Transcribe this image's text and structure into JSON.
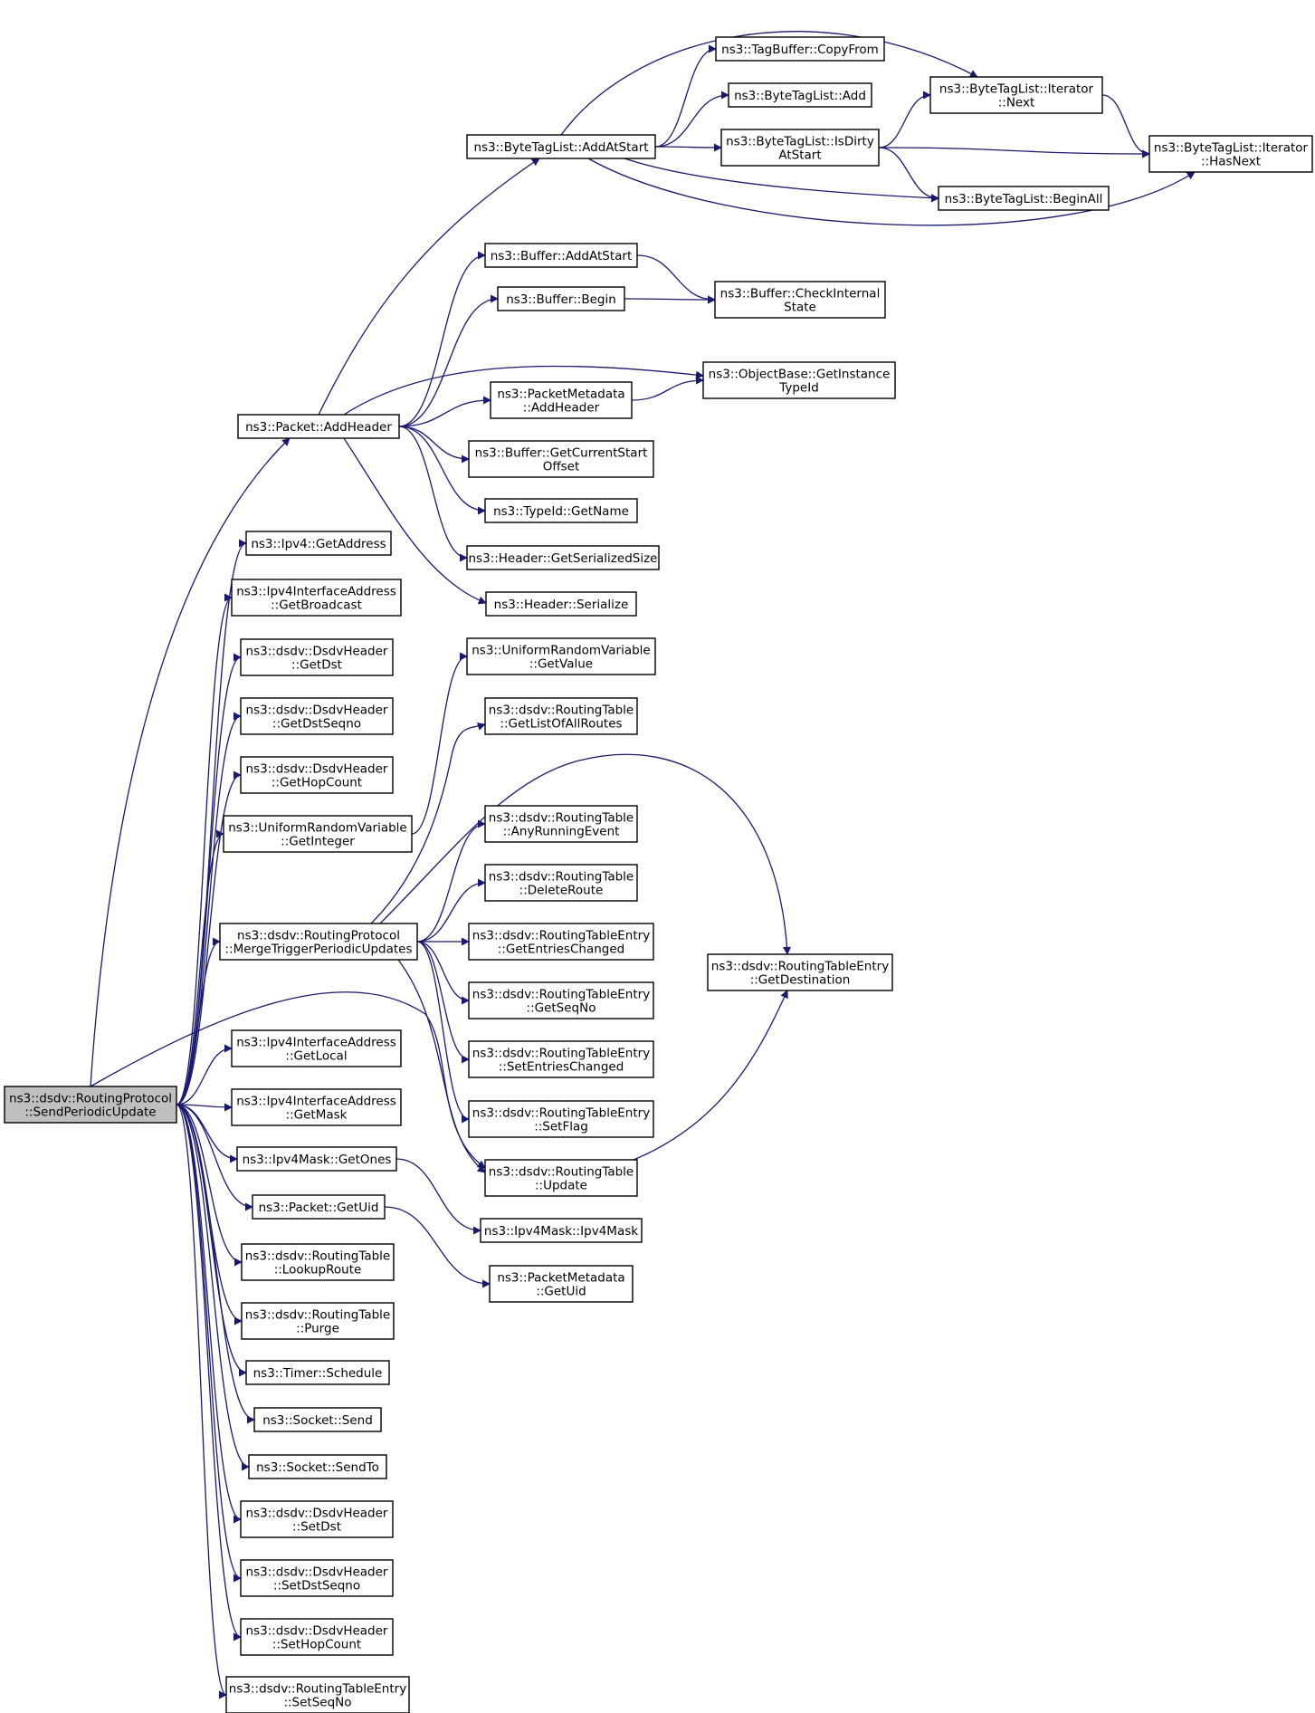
{
  "colors": {
    "edge": "#191970",
    "normal_border": "#000000",
    "truncated_border": "#ff0000",
    "root_fill": "#bfbfbf",
    "node_fill": "#ffffff"
  },
  "nodes": [
    {
      "id": "root",
      "lines": [
        "ns3::dsdv::RoutingProtocol",
        "::SendPeriodicUpdate"
      ],
      "style": "root"
    },
    {
      "id": "addHeader",
      "lines": [
        "ns3::Packet::AddHeader"
      ],
      "style": "normal"
    },
    {
      "id": "ipv4GetAddress",
      "lines": [
        "ns3::Ipv4::GetAddress"
      ],
      "style": "normal"
    },
    {
      "id": "getBroadcast",
      "lines": [
        "ns3::Ipv4InterfaceAddress",
        "::GetBroadcast"
      ],
      "style": "normal"
    },
    {
      "id": "getDst",
      "lines": [
        "ns3::dsdv::DsdvHeader",
        "::GetDst"
      ],
      "style": "normal"
    },
    {
      "id": "getDstSeqno",
      "lines": [
        "ns3::dsdv::DsdvHeader",
        "::GetDstSeqno"
      ],
      "style": "normal"
    },
    {
      "id": "getHopCount",
      "lines": [
        "ns3::dsdv::DsdvHeader",
        "::GetHopCount"
      ],
      "style": "normal"
    },
    {
      "id": "getInteger",
      "lines": [
        "ns3::UniformRandomVariable",
        "::GetInteger"
      ],
      "style": "normal"
    },
    {
      "id": "mergeTrigger",
      "lines": [
        "ns3::dsdv::RoutingProtocol",
        "::MergeTriggerPeriodicUpdates"
      ],
      "style": "normal"
    },
    {
      "id": "getLocal",
      "lines": [
        "ns3::Ipv4InterfaceAddress",
        "::GetLocal"
      ],
      "style": "normal"
    },
    {
      "id": "getMask",
      "lines": [
        "ns3::Ipv4InterfaceAddress",
        "::GetMask"
      ],
      "style": "normal"
    },
    {
      "id": "getOnes",
      "lines": [
        "ns3::Ipv4Mask::GetOnes"
      ],
      "style": "normal"
    },
    {
      "id": "packetGetUid",
      "lines": [
        "ns3::Packet::GetUid"
      ],
      "style": "normal"
    },
    {
      "id": "lookupRoute",
      "lines": [
        "ns3::dsdv::RoutingTable",
        "::LookupRoute"
      ],
      "style": "normal"
    },
    {
      "id": "purge",
      "lines": [
        "ns3::dsdv::RoutingTable",
        "::Purge"
      ],
      "style": "normal"
    },
    {
      "id": "timerSchedule",
      "lines": [
        "ns3::Timer::Schedule"
      ],
      "style": "normal"
    },
    {
      "id": "socketSend",
      "lines": [
        "ns3::Socket::Send"
      ],
      "style": "normal"
    },
    {
      "id": "socketSendTo",
      "lines": [
        "ns3::Socket::SendTo"
      ],
      "style": "normal"
    },
    {
      "id": "setDst",
      "lines": [
        "ns3::dsdv::DsdvHeader",
        "::SetDst"
      ],
      "style": "normal"
    },
    {
      "id": "setDstSeqno",
      "lines": [
        "ns3::dsdv::DsdvHeader",
        "::SetDstSeqno"
      ],
      "style": "normal"
    },
    {
      "id": "setHopCount",
      "lines": [
        "ns3::dsdv::DsdvHeader",
        "::SetHopCount"
      ],
      "style": "normal"
    },
    {
      "id": "setSeqNo",
      "lines": [
        "ns3::dsdv::RoutingTableEntry",
        "::SetSeqNo"
      ],
      "style": "normal"
    },
    {
      "id": "btlAddAtStart",
      "lines": [
        "ns3::ByteTagList::AddAtStart"
      ],
      "style": "normal"
    },
    {
      "id": "bufAddAtStart",
      "lines": [
        "ns3::Buffer::AddAtStart"
      ],
      "style": "truncated"
    },
    {
      "id": "bufBegin",
      "lines": [
        "ns3::Buffer::Begin"
      ],
      "style": "normal"
    },
    {
      "id": "pmAddHeader",
      "lines": [
        "ns3::PacketMetadata",
        "::AddHeader"
      ],
      "style": "truncated"
    },
    {
      "id": "bufGetCurrentStartOffset",
      "lines": [
        "ns3::Buffer::GetCurrentStart",
        "Offset"
      ],
      "style": "normal"
    },
    {
      "id": "typeIdGetName",
      "lines": [
        "ns3::TypeId::GetName"
      ],
      "style": "normal"
    },
    {
      "id": "headerGetSerializedSize",
      "lines": [
        "ns3::Header::GetSerializedSize"
      ],
      "style": "normal"
    },
    {
      "id": "headerSerialize",
      "lines": [
        "ns3::Header::Serialize"
      ],
      "style": "normal"
    },
    {
      "id": "urvGetValue",
      "lines": [
        "ns3::UniformRandomVariable",
        "::GetValue"
      ],
      "style": "normal"
    },
    {
      "id": "rtGetListOfAllRoutes",
      "lines": [
        "ns3::dsdv::RoutingTable",
        "::GetListOfAllRoutes"
      ],
      "style": "normal"
    },
    {
      "id": "rtAnyRunningEvent",
      "lines": [
        "ns3::dsdv::RoutingTable",
        "::AnyRunningEvent"
      ],
      "style": "truncated"
    },
    {
      "id": "rtDeleteRoute",
      "lines": [
        "ns3::dsdv::RoutingTable",
        "::DeleteRoute"
      ],
      "style": "normal"
    },
    {
      "id": "rteGetEntriesChanged",
      "lines": [
        "ns3::dsdv::RoutingTableEntry",
        "::GetEntriesChanged"
      ],
      "style": "normal"
    },
    {
      "id": "rteGetSeqNo",
      "lines": [
        "ns3::dsdv::RoutingTableEntry",
        "::GetSeqNo"
      ],
      "style": "normal"
    },
    {
      "id": "rteSetEntriesChanged",
      "lines": [
        "ns3::dsdv::RoutingTableEntry",
        "::SetEntriesChanged"
      ],
      "style": "normal"
    },
    {
      "id": "rteSetFlag",
      "lines": [
        "ns3::dsdv::RoutingTableEntry",
        "::SetFlag"
      ],
      "style": "normal"
    },
    {
      "id": "rtUpdate",
      "lines": [
        "ns3::dsdv::RoutingTable",
        "::Update"
      ],
      "style": "normal"
    },
    {
      "id": "ipv4MaskCtor",
      "lines": [
        "ns3::Ipv4Mask::Ipv4Mask"
      ],
      "style": "normal"
    },
    {
      "id": "pmGetUid",
      "lines": [
        "ns3::PacketMetadata",
        "::GetUid"
      ],
      "style": "normal"
    },
    {
      "id": "rteGetDestination",
      "lines": [
        "ns3::dsdv::RoutingTableEntry",
        "::GetDestination"
      ],
      "style": "truncated"
    },
    {
      "id": "objGetInstanceTypeId",
      "lines": [
        "ns3::ObjectBase::GetInstance",
        "TypeId"
      ],
      "style": "normal"
    },
    {
      "id": "tagBufferCopyFrom",
      "lines": [
        "ns3::TagBuffer::CopyFrom"
      ],
      "style": "normal"
    },
    {
      "id": "btlAdd",
      "lines": [
        "ns3::ByteTagList::Add"
      ],
      "style": "truncated"
    },
    {
      "id": "btlIsDirtyAtStart",
      "lines": [
        "ns3::ByteTagList::IsDirty",
        "AtStart"
      ],
      "style": "normal"
    },
    {
      "id": "btlBeginAll",
      "lines": [
        "ns3::ByteTagList::BeginAll"
      ],
      "style": "truncated"
    },
    {
      "id": "bufCheckInternalState",
      "lines": [
        "ns3::Buffer::CheckInternal",
        "State"
      ],
      "style": "normal"
    },
    {
      "id": "btlIterNext",
      "lines": [
        "ns3::ByteTagList::Iterator",
        "::Next"
      ],
      "style": "truncated"
    },
    {
      "id": "btlIterHasNext",
      "lines": [
        "ns3::ByteTagList::Iterator",
        "::HasNext"
      ],
      "style": "normal"
    }
  ],
  "edges": [
    [
      "root",
      "addHeader"
    ],
    [
      "root",
      "ipv4GetAddress"
    ],
    [
      "root",
      "getBroadcast"
    ],
    [
      "root",
      "getDst"
    ],
    [
      "root",
      "getDstSeqno"
    ],
    [
      "root",
      "getHopCount"
    ],
    [
      "root",
      "getInteger"
    ],
    [
      "root",
      "mergeTrigger"
    ],
    [
      "root",
      "rtUpdate"
    ],
    [
      "root",
      "getLocal"
    ],
    [
      "root",
      "getMask"
    ],
    [
      "root",
      "getOnes"
    ],
    [
      "root",
      "packetGetUid"
    ],
    [
      "root",
      "lookupRoute"
    ],
    [
      "root",
      "purge"
    ],
    [
      "root",
      "timerSchedule"
    ],
    [
      "root",
      "socketSend"
    ],
    [
      "root",
      "socketSendTo"
    ],
    [
      "root",
      "setDst"
    ],
    [
      "root",
      "setDstSeqno"
    ],
    [
      "root",
      "setHopCount"
    ],
    [
      "root",
      "setSeqNo"
    ],
    [
      "addHeader",
      "btlAddAtStart"
    ],
    [
      "addHeader",
      "bufAddAtStart"
    ],
    [
      "addHeader",
      "bufBegin"
    ],
    [
      "addHeader",
      "objGetInstanceTypeId"
    ],
    [
      "addHeader",
      "pmAddHeader"
    ],
    [
      "addHeader",
      "bufGetCurrentStartOffset"
    ],
    [
      "addHeader",
      "typeIdGetName"
    ],
    [
      "addHeader",
      "headerGetSerializedSize"
    ],
    [
      "addHeader",
      "headerSerialize"
    ],
    [
      "btlAddAtStart",
      "tagBufferCopyFrom"
    ],
    [
      "btlAddAtStart",
      "btlIterNext"
    ],
    [
      "btlAddAtStart",
      "btlAdd"
    ],
    [
      "btlAddAtStart",
      "btlIsDirtyAtStart"
    ],
    [
      "btlAddAtStart",
      "btlBeginAll"
    ],
    [
      "btlAddAtStart",
      "btlIterHasNext"
    ],
    [
      "btlIsDirtyAtStart",
      "btlIterNext"
    ],
    [
      "btlIsDirtyAtStart",
      "btlIterHasNext"
    ],
    [
      "btlIsDirtyAtStart",
      "btlBeginAll"
    ],
    [
      "btlIterNext",
      "btlIterHasNext"
    ],
    [
      "bufAddAtStart",
      "bufCheckInternalState"
    ],
    [
      "bufBegin",
      "bufCheckInternalState"
    ],
    [
      "pmAddHeader",
      "objGetInstanceTypeId"
    ],
    [
      "getInteger",
      "urvGetValue"
    ],
    [
      "mergeTrigger",
      "rtGetListOfAllRoutes"
    ],
    [
      "mergeTrigger",
      "rteGetDestination"
    ],
    [
      "mergeTrigger",
      "rtAnyRunningEvent"
    ],
    [
      "mergeTrigger",
      "rtDeleteRoute"
    ],
    [
      "mergeTrigger",
      "rteGetEntriesChanged"
    ],
    [
      "mergeTrigger",
      "rteGetSeqNo"
    ],
    [
      "mergeTrigger",
      "rteSetEntriesChanged"
    ],
    [
      "mergeTrigger",
      "rteSetFlag"
    ],
    [
      "mergeTrigger",
      "rtUpdate"
    ],
    [
      "rtUpdate",
      "rteGetDestination"
    ],
    [
      "getOnes",
      "ipv4MaskCtor"
    ],
    [
      "packetGetUid",
      "pmGetUid"
    ]
  ]
}
